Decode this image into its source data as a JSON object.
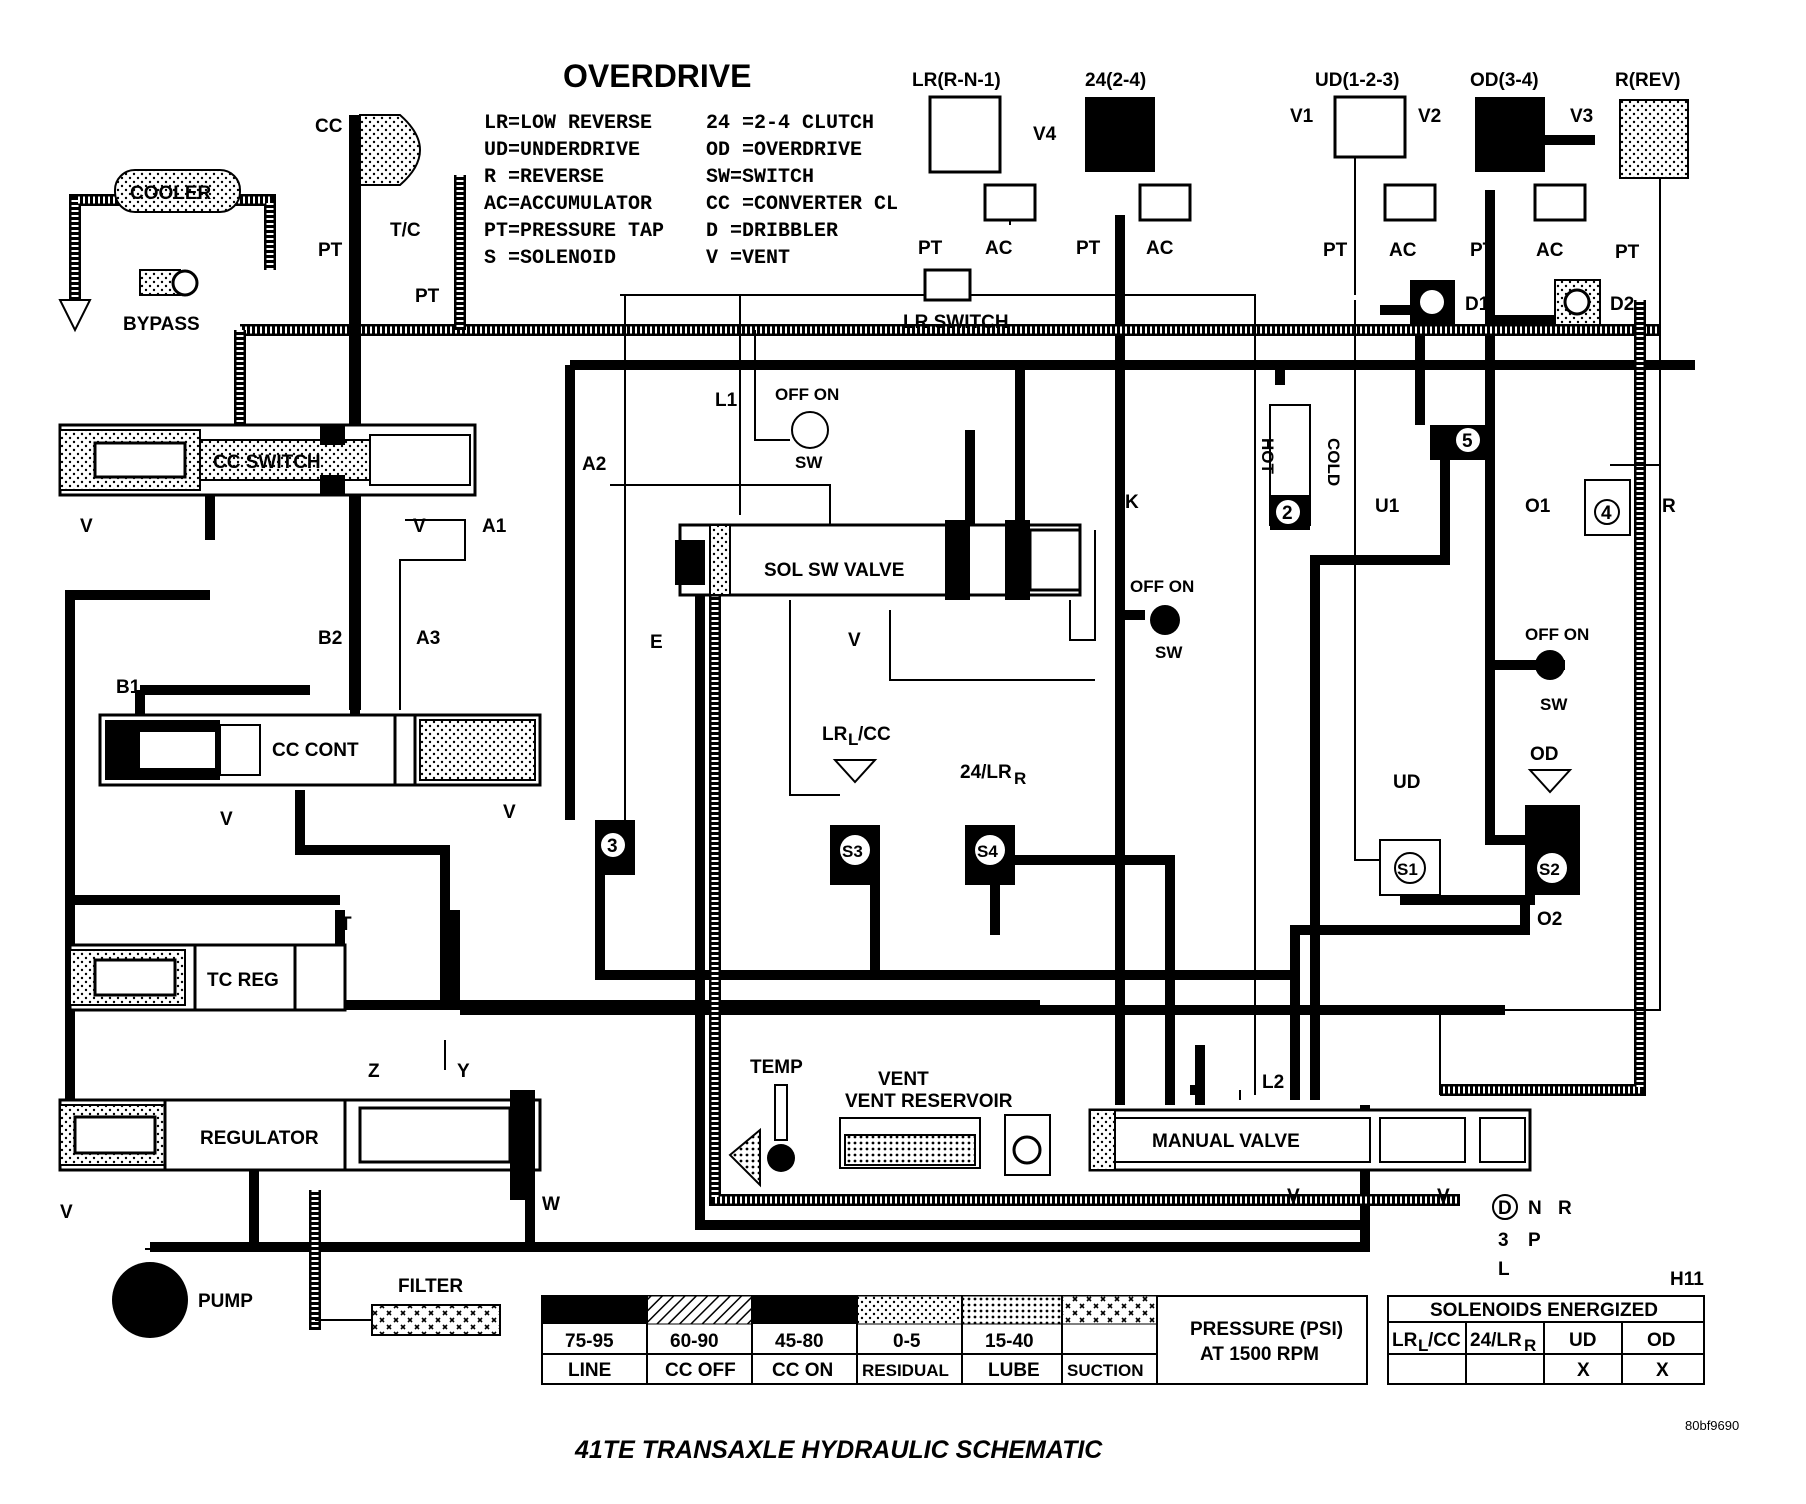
{
  "header": {
    "title": "OVERDRIVE",
    "caption": "41TE TRANSAXLE HYDRAULIC SCHEMATIC",
    "code": "80bf9690",
    "page_ref": "H11"
  },
  "abbreviations": {
    "left": [
      "LR=LOW REVERSE",
      "UD=UNDERDRIVE",
      "R  =REVERSE",
      "AC=ACCUMULATOR",
      "PT=PRESSURE TAP",
      "S  =SOLENOID"
    ],
    "right": [
      "24 =2-4 CLUTCH",
      "OD =OVERDRIVE",
      "SW=SWITCH",
      "CC =CONVERTER CL",
      "D  =DRIBBLER",
      "V  =VENT"
    ]
  },
  "clutches": {
    "lr": "LR(R-N-1)",
    "c24": "24(2-4)",
    "ud": "UD(1-2-3)",
    "od": "OD(3-4)",
    "rev": "R(REV)"
  },
  "components": {
    "cooler": "COOLER",
    "bypass": "BYPASS",
    "tc": "T/C",
    "cc": "CC",
    "cc_switch": "CC SWITCH",
    "cc_cont": "CC CONT",
    "tc_reg": "TC REG",
    "regulator": "REGULATOR",
    "pump": "PUMP",
    "filter": "FILTER",
    "sol_sw_valve": "SOL SW VALVE",
    "manual_valve": "MANUAL VALVE",
    "lr_switch": "LR SWITCH",
    "temp": "TEMP",
    "vent_reservoir": "VENT RESERVOIR",
    "hot": "HOT",
    "cold": "COLD",
    "off_on": "OFF ON",
    "sw": "SW",
    "lrl_cc_main": "LR",
    "lrl_cc_sub": "L",
    "lrl_cc_tail": "/CC",
    "c24lr_main": "24/LR",
    "c24lr_sub": "R",
    "ud_sol": "UD",
    "od_sol": "OD"
  },
  "labels": {
    "pt": "PT",
    "ac": "AC",
    "v": "V",
    "v1": "V1",
    "v2": "V2",
    "v3": "V3",
    "v4": "V4",
    "d1": "D1",
    "d2": "D2",
    "a1": "A1",
    "a2": "A2",
    "a3": "A3",
    "b1": "B1",
    "b2": "B2",
    "l1": "L1",
    "l2": "L2",
    "u1": "U1",
    "o1": "O1",
    "o2": "O2",
    "k": "K",
    "e": "E",
    "r": "R",
    "t": "T",
    "w": "W",
    "y": "Y",
    "z": "Z",
    "s1": "S1",
    "s2": "S2",
    "s3": "S3",
    "s4": "S4",
    "n2": "2",
    "n3": "3",
    "n4": "4",
    "n5": "5"
  },
  "shift_positions": [
    "D",
    "3",
    "L",
    "N",
    "P",
    "R"
  ],
  "pressure_legend": {
    "title_line1": "PRESSURE (PSI)",
    "title_line2": "AT 1500 RPM",
    "items": [
      {
        "value": "75-95",
        "name": "LINE"
      },
      {
        "value": "60-90",
        "name": "CC OFF"
      },
      {
        "value": "45-80",
        "name": "CC ON"
      },
      {
        "value": "0-5",
        "name": "RESIDUAL"
      },
      {
        "value": "15-40",
        "name": "LUBE"
      },
      {
        "value": "",
        "name": "SUCTION"
      }
    ]
  },
  "solenoids_table": {
    "title": "SOLENOIDS ENERGIZED",
    "h_lrcc_main": "LR",
    "h_lrcc_sub": "L",
    "h_lrcc_tail": "/CC",
    "h_24lr_main": "24/LR",
    "h_24lr_sub": "R",
    "h_ud": "UD",
    "h_od": "OD",
    "row": [
      "",
      "",
      "X",
      "X"
    ]
  }
}
